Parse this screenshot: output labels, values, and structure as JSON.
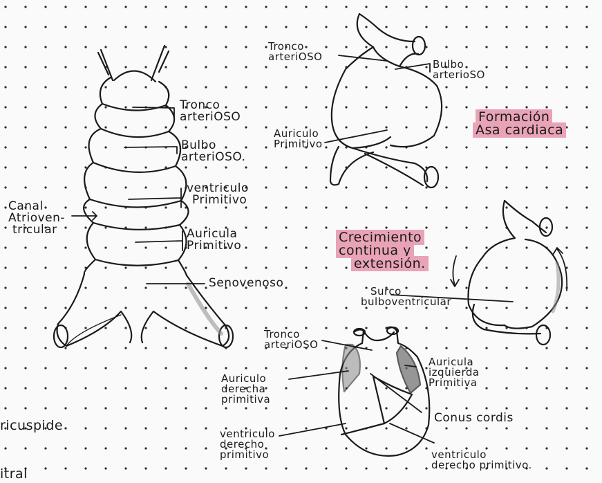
{
  "colors": {
    "paper": "#fbfafb",
    "dots": "#2b2b2b",
    "ink": "#1a1a1a",
    "highlight": "#e9a3b6",
    "shade": "#8a8a8a"
  },
  "labels": {
    "left": {
      "tronco_l1": "Tronco",
      "tronco_l2": "arteriOSO",
      "bulbo_l1": "Bulbo",
      "bulbo_l2": "arteriOSO.",
      "ventriculo_l1": "ventriculo",
      "ventriculo_l2": "Primitivo",
      "auricula_l1": "Auricula",
      "auricula_l2": "Primitivo",
      "seno": "Senovenoso",
      "canal_l1": "Canal",
      "canal_l2": "Atrioven-",
      "canal_l3": "tricular"
    },
    "top_right": {
      "tronco_l1": "Tronco",
      "tronco_l2": "arteriOSO",
      "bulbo_l1": "Bulbo",
      "bulbo_l2": "arterioSO",
      "auricula_l1": "Auriculo",
      "auricula_l2": "Primitivo"
    },
    "headings": {
      "formacion_l1": "Formación",
      "formacion_l2": "Asa cardiaca",
      "crecimiento_l1": "Crecimiento",
      "crecimiento_l2": "continua y",
      "crecimiento_l3": "extensión."
    },
    "mid_right": {
      "surco_l1": "Surco",
      "surco_l2": "bulboventricular"
    },
    "bottom": {
      "tronco_l1": "Tronco",
      "tronco_l2": "arteriOSO",
      "aur_izq_l1": "Auricula",
      "aur_izq_l2": "izquierda",
      "aur_izq_l3": "Primitiva",
      "aur_der_l1": "Auriculo",
      "aur_der_l2": "derecha",
      "aur_der_l3": "primitiva",
      "conus": "Conus cordis",
      "vent_der_l1": "ventriculo",
      "vent_der_l2": "derecho",
      "vent_der_l3": "primitivo",
      "vent_der2_l1": "ventriculo",
      "vent_der2_l2": "derecho primitivo."
    },
    "partial": {
      "tricuspide": "ricuspide",
      "mitral": "itral"
    }
  }
}
